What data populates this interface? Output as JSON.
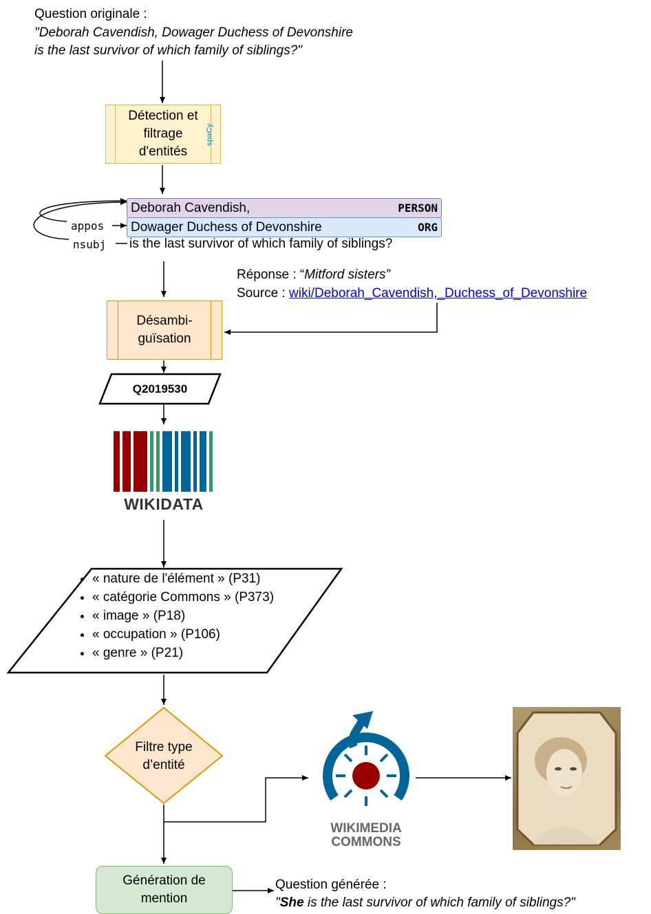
{
  "question": {
    "heading": "Question originale :",
    "line1": "\"Deborah Cavendish, Dowager Duchess of Devonshire",
    "line2": "is the last survivor of which family of siblings?\""
  },
  "detection": {
    "label": "Détection et\nfiltrage\nd'entités",
    "tool": "spaCy"
  },
  "entities": {
    "person": {
      "text": "Deborah Cavendish,",
      "tag": "PERSON"
    },
    "org": {
      "text": "Dowager Duchess of Devonshire",
      "tag": "ORG"
    },
    "rest": "is the last survivor of which family of siblings?",
    "dep_appos": "appos",
    "dep_nsubj": "nsubj"
  },
  "answer": {
    "label": "Réponse : “",
    "value": "Mitford sisters”",
    "source_label": "Source : ",
    "source_link": "wiki/Deborah_Cavendish,_Duchess_of_Devonshire"
  },
  "disambiguation": {
    "label": "Désambi-\nguïsation"
  },
  "qid": "Q2019530",
  "wikidata_logo": {
    "text": "WIKIDATA",
    "colors": [
      "#990000",
      "#339966",
      "#006699"
    ]
  },
  "properties": [
    "« nature de l'élément » (P31)",
    "« catégorie Commons » (P373)",
    "« image » (P18)",
    "« occupation » (P106)",
    "« genre » (P21)"
  ],
  "filter": {
    "label": "Filtre type\nd’entité"
  },
  "commons_logo": {
    "line1": "WIKIMEDIA",
    "line2": "COMMONS",
    "blue": "#006699",
    "red": "#990000"
  },
  "generation": {
    "label": "Génération de\nmention"
  },
  "generated": {
    "heading": "Question générée :",
    "quote_open": "\"",
    "pronoun": "She",
    "rest": " is the last survivor of which family of siblings?\""
  },
  "colors": {
    "process_yellow": "#fff2cc",
    "process_yellow_border": "#d6b656",
    "process_orange": "#ffe6cc",
    "process_orange_border": "#d79b00",
    "person_bg": "#e1d5e7",
    "org_bg": "#dae8fc",
    "generation_bg": "#d5e8d4",
    "generation_border": "#82b366"
  }
}
